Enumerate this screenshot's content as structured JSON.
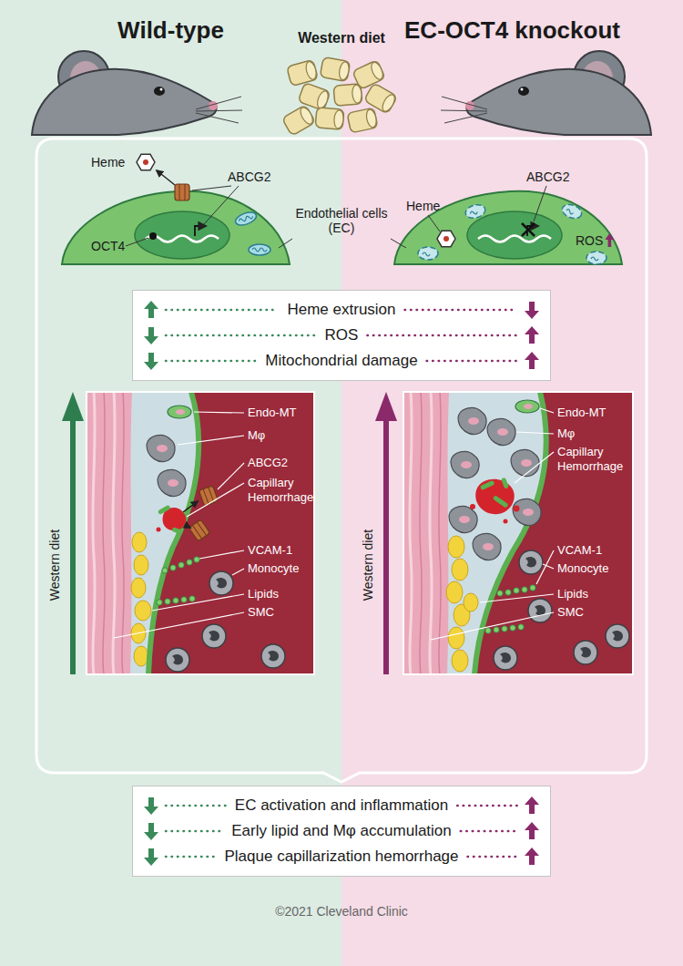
{
  "diagram": {
    "nodes": [
      {
        "text": [
          "Wild-type"
        ]
      },
      {
        "text": [
          "EC-OCT4 knockout"
        ]
      },
      {
        "text": [
          "Heme extrusion",
          "ROS",
          "Mitochondrial damage"
        ]
      },
      {
        "text": [
          "EC activation and inflammation",
          "Early lipid and Mφ accumulation",
          "Plaque capillarization hemorrhage"
        ]
      }
    ],
    "labels": [
      "Western diet",
      "Heme",
      "OCT4",
      "ABCG2",
      "Endothelial cells (EC)",
      "Heme",
      "ABCG2",
      "ROS",
      "Western diet",
      "Endo-MT",
      "Mφ",
      "ABCG2",
      "Capillary Hemorrhage",
      "VCAM-1",
      "Monocyte",
      "Lipids",
      "SMC",
      "Western diet",
      "Endo-MT",
      "Mφ",
      "Capillary Hemorrhage",
      "VCAM-1",
      "Monocyte",
      "Lipids",
      "SMC",
      "©2021 Cleveland Clinic"
    ]
  }
}
